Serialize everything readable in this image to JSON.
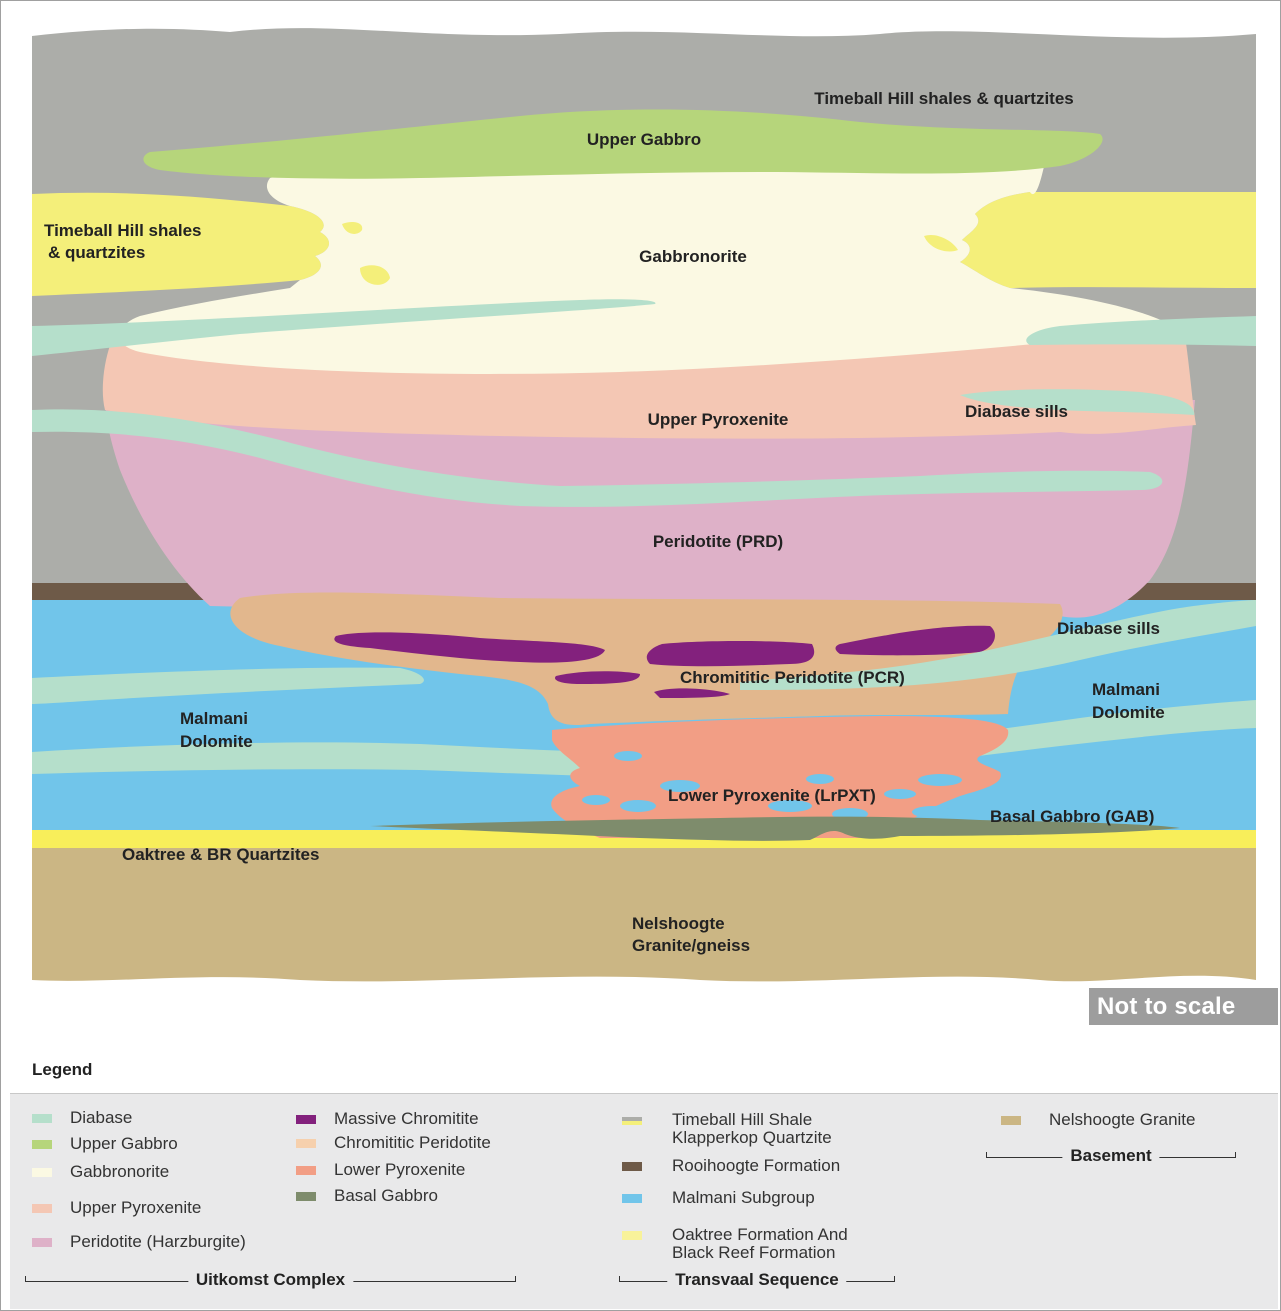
{
  "diagram": {
    "labels": {
      "timeball_top": "Timeball Hill shales & quartzites",
      "upper_gabbro": "Upper Gabbro",
      "timeball_left_1": "Timeball Hill shales",
      "timeball_left_2": "& quartzites",
      "gabbronorite": "Gabbronorite",
      "upper_pyroxenite": "Upper Pyroxenite",
      "diabase_sills_upper": "Diabase sills",
      "peridotite": "Peridotite (PRD)",
      "diabase_sills_lower": "Diabase sills",
      "chromititic_peridotite": "Chromititic Peridotite (PCR)",
      "malmani_right_1": "Malmani",
      "malmani_right_2": "Dolomite",
      "malmani_left_1": "Malmani",
      "malmani_left_2": "Dolomite",
      "lower_pyroxenite": "Lower Pyroxenite (LrPXT)",
      "basal_gabbro": "Basal Gabbro (GAB)",
      "oaktree": "Oaktree & BR Quartzites",
      "nelshoogte_1": "Nelshoogte",
      "nelshoogte_2": "Granite/gneiss"
    },
    "scale_note": "Not to scale"
  },
  "colors": {
    "timeball_shale": "#acada9",
    "klapperkop_quartzite": "#f4ef7a",
    "upper_gabbro": "#b6d57b",
    "gabbronorite": "#fbf9e3",
    "upper_pyroxenite": "#f4c7b4",
    "peridotite": "#deb1c8",
    "diabase": "#b5dfcb",
    "rooihoogte": "#6e5a48",
    "malmani": "#71c5ea",
    "chromititic_peridotite": "#e2b78d",
    "massive_chromitite": "#83217d",
    "lower_pyroxenite": "#f29e85",
    "basal_gabbro": "#7e8c6c",
    "oaktree": "#f8ee5a",
    "nelshoogte": "#cbb684"
  },
  "legend": {
    "title": "Legend",
    "uitkomst": {
      "group_label": "Uitkomst Complex",
      "col1": [
        "Diabase",
        "Upper Gabbro",
        "Gabbronorite",
        "Upper Pyroxenite",
        "Peridotite (Harzburgite)"
      ],
      "col2": [
        "Massive Chromitite",
        "Chromititic Peridotite",
        "Lower Pyroxenite",
        "Basal Gabbro"
      ]
    },
    "transvaal": {
      "group_label": "Transvaal Sequence",
      "timeball_1": "Timeball Hill Shale",
      "timeball_2": "Klapperkop Quartzite",
      "rooihoogte": "Rooihoogte Formation",
      "malmani": "Malmani Subgroup",
      "oaktree_1": "Oaktree Formation And",
      "oaktree_2": "Black Reef Formation"
    },
    "basement": {
      "group_label": "Basement",
      "nelshoogte": "Nelshoogte Granite"
    }
  }
}
